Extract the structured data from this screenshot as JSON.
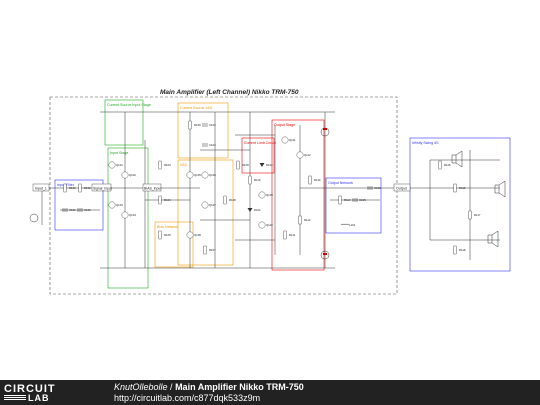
{
  "diagram": {
    "title": "Main Amplifier (Left Channel) Nikko TRM-750",
    "blocks": [
      {
        "id": "input-filter",
        "label": "Input Filter",
        "color": "#3333ff"
      },
      {
        "id": "current-source-input",
        "label": "Current Source Input Stage",
        "color": "#22aa22"
      },
      {
        "id": "input-stage",
        "label": "Input Stage",
        "color": "#22aa22"
      },
      {
        "id": "current-source-vas",
        "label": "Current Source VAS",
        "color": "#ee9900"
      },
      {
        "id": "current-limit",
        "label": "Current Limit Circuit",
        "color": "#ee0000"
      },
      {
        "id": "bias-network",
        "label": "Bias Network",
        "color": "#ee9900"
      },
      {
        "id": "vas",
        "label": "VAS",
        "color": "#ee9900"
      },
      {
        "id": "output-stage",
        "label": "Output Stage",
        "color": "#ee0000"
      },
      {
        "id": "output-network",
        "label": "Output Network",
        "color": "#3333ff"
      },
      {
        "id": "infinity-box",
        "label": "Infinity Swing 4S",
        "color": "#3333ff"
      }
    ],
    "io_labels": {
      "input_left": "Input_L",
      "output": "Output",
      "signal_input": "Signal_Input",
      "bias_input": "BIAS_Input"
    },
    "parts": [
      "R101",
      "R102",
      "C101",
      "C102",
      "Q101",
      "Q102",
      "Q103",
      "Q104",
      "R103",
      "R104",
      "R105",
      "R106",
      "C103",
      "C104",
      "Q105",
      "Q106",
      "Q107",
      "Q108",
      "R107",
      "R108",
      "R109",
      "R110",
      "D101",
      "D102",
      "Q109",
      "Q110",
      "Q111",
      "Q112",
      "R111",
      "R112",
      "R113",
      "R114",
      "C105",
      "C106",
      "L101",
      "R115",
      "R116",
      "R117",
      "R118"
    ]
  },
  "footer": {
    "logo_top": "CIRCUIT",
    "logo_bottom": "LAB",
    "author": "KnutOllebolle",
    "separator": " / ",
    "title": "Main Amplifier Nikko TRM-750",
    "url": "http://circuitlab.com/c877dqk533z9m"
  }
}
